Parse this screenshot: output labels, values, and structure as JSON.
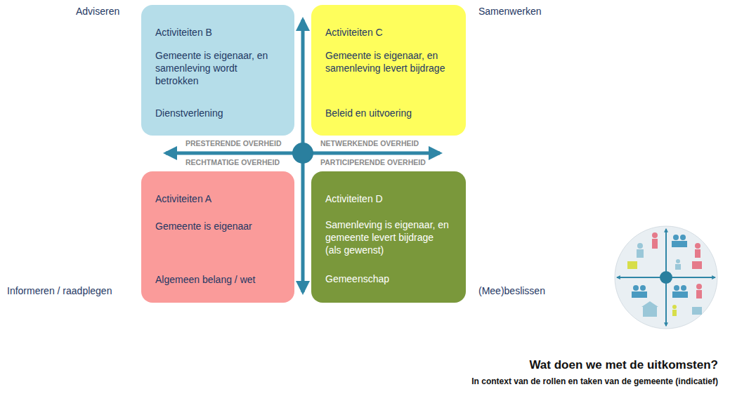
{
  "diagram": {
    "title": "Wat doen we met de uitkomsten?",
    "caption": "In context van de rollen en taken van de gemeente (indicatief)",
    "nodes": [
      {
        "text": [
          "Activiteiten B",
          "Gemeente is eigenaar, en samenleving wordt betrokken",
          "Dienstverlening"
        ]
      },
      {
        "text": [
          "Activiteiten C",
          "Gemeente is eigenaar, en samenleving levert bijdrage",
          "Beleid en uitvoering"
        ]
      },
      {
        "text": [
          "Activiteiten A",
          "Gemeente is eigenaar",
          "Algemeen belang / wet"
        ]
      },
      {
        "text": [
          "Activiteiten D",
          "Samenleving is eigenaar, en gemeente levert bijdrage (als gewenst)",
          "Gemeenschap"
        ]
      }
    ],
    "labels": [
      "Adviseren",
      "Samenwerken",
      "PRESTERENDE OVERHEID",
      "NETWERKENDE OVERHEID",
      "RECHTMATIGE OVERHEID",
      "PARTICIPERENDE OVERHEID",
      "Informeren / raadplegen",
      "(Mee)beslissen"
    ]
  }
}
